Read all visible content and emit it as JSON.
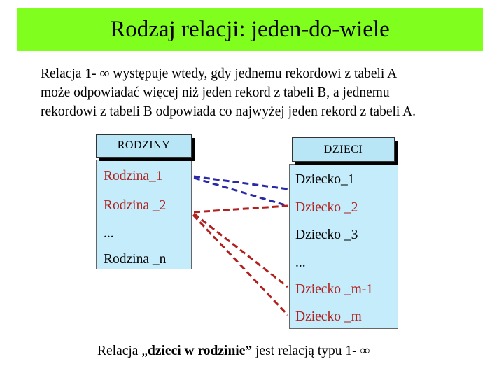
{
  "title": "Rodzaj relacji: jeden-do-wiele",
  "intro": {
    "line1": "Relacja 1- ∞ występuje wtedy, gdy jednemu rekordowi z tabeli A",
    "line2": "może odpowiadać więcej niż jeden rekord z tabeli B, a jednemu",
    "line3": "rekordowi z tabeli B odpowiada co najwyżej jeden rekord z tabeli A."
  },
  "rodziny": {
    "header": "RODZINY",
    "rows": [
      "Rodzina_1",
      "Rodzina _2",
      "...",
      "Rodzina _n"
    ]
  },
  "dzieci": {
    "header": "DZIECI",
    "rows": [
      "Dziecko_1",
      "Dziecko _2",
      "Dziecko _3",
      "...",
      "Dziecko _m-1",
      "Dziecko _m"
    ]
  },
  "footer": {
    "prefix": "Relacja „",
    "bold": "dzieci w rodzinie”",
    "suffix": " jest relacją typu 1- ∞"
  },
  "colors": {
    "title_bg": "#80ff1f",
    "header_bg": "#b9e6f6",
    "table_bg": "#c4ecfa",
    "link_blue": "#2a2aa8",
    "link_red": "#b0201e",
    "text_red": "#b0201e"
  }
}
